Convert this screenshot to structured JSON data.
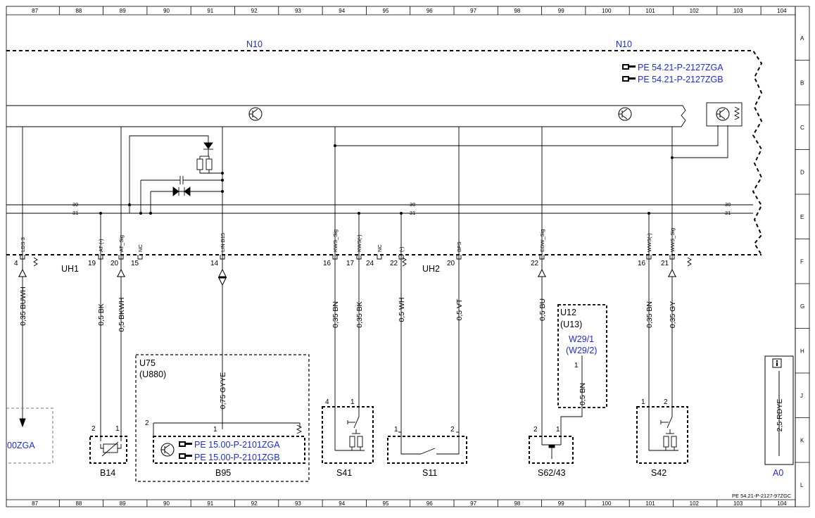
{
  "frame": {
    "columns": [
      "87",
      "88",
      "89",
      "90",
      "91",
      "92",
      "93",
      "94",
      "95",
      "96",
      "97",
      "98",
      "99",
      "100",
      "101",
      "102",
      "103",
      "104"
    ],
    "rows": [
      "A",
      "B",
      "C",
      "D",
      "E",
      "F",
      "G",
      "H",
      "J",
      "K",
      "L"
    ],
    "document_id": "PE 54.21-P-2127-97ZGC"
  },
  "modules": {
    "n10_left": "N10",
    "n10_right": "N10",
    "ref1": "PE 54.21-P-2127ZGA",
    "ref2": "PE 54.21-P-2127ZGB",
    "bus_30": "30",
    "bus_31": "31",
    "connector1": "UH1",
    "connector2": "UH2"
  },
  "signals": [
    {
      "label": "LDS 3"
    },
    {
      "label": "AT (-)"
    },
    {
      "label": "AT_Sig"
    },
    {
      "label": "NC"
    },
    {
      "label": "LIN B15"
    },
    {
      "label": "KWS_Sig"
    },
    {
      "label": "KWS(-)"
    },
    {
      "label": "NC"
    },
    {
      "label": "(-)"
    },
    {
      "label": "BFS"
    },
    {
      "label": "EDW_Sig"
    },
    {
      "label": "WWS(-)"
    },
    {
      "label": "WWS_Sig"
    }
  ],
  "pins": [
    "4",
    "19",
    "20",
    "15",
    "14",
    "16",
    "17",
    "24",
    "22",
    "20",
    "22",
    "16",
    "21"
  ],
  "wires": [
    "0,35 BUWH",
    "0,5 BK",
    "0,5 BKWH",
    "0,75 GYYE",
    "0,35 BN",
    "0,35 BK",
    "0,5 WH",
    "0,5 VT",
    "0,5 BU",
    "0,35 BN",
    "0,35 GY",
    "0,5 BN",
    "2,5 RDYE"
  ],
  "components": {
    "u75": "U75",
    "u880": "(U880)",
    "b95": "B95",
    "b95_ref1": "PE 15.00-P-2101ZGA",
    "b95_ref2": "PE 15.00-P-2101ZGB",
    "b14": "B14",
    "s41": "S41",
    "s11": "S11",
    "s62": "S62/43",
    "s42": "S42",
    "u12": "U12",
    "u13": "(U13)",
    "w29": "W29/1",
    "w29b": "(W29/2)",
    "partial_ref": "00ZGA",
    "a0": "A0"
  },
  "comp_pins": {
    "b14_2": "2",
    "b14_1": "1",
    "b95_2": "2",
    "b95_1": "1",
    "s41_4": "4",
    "s41_1": "1",
    "s11_1": "1",
    "s11_2": "2",
    "s62_2": "2",
    "s62_1": "1",
    "s42_1": "1",
    "s42_2": "2",
    "w29_1": "1"
  },
  "icons": [
    "pointing-hand-icon",
    "transistor-icon",
    "info-icon"
  ]
}
